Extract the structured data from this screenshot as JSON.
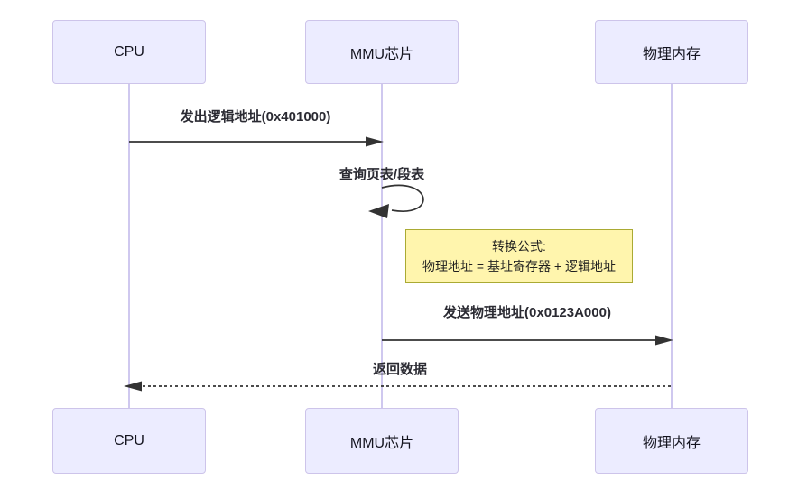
{
  "diagram": {
    "type": "sequence",
    "actors": [
      {
        "id": "cpu",
        "label": "CPU"
      },
      {
        "id": "mmu",
        "label": "MMU芯片"
      },
      {
        "id": "memory",
        "label": "物理内存"
      }
    ],
    "messages": [
      {
        "from": "cpu",
        "to": "mmu",
        "line": "solid",
        "label": "发出逻辑地址(0x401000)"
      },
      {
        "from": "mmu",
        "to": "mmu",
        "line": "self-loop",
        "label": "查询页表/段表"
      },
      {
        "from": "mmu",
        "to": "memory",
        "line": "solid",
        "label": "发送物理地址(0x0123A000)"
      },
      {
        "from": "memory",
        "to": "cpu",
        "line": "dashed",
        "label": "返回数据"
      }
    ],
    "note": {
      "attached_to": "mmu",
      "lines": [
        "转换公式:",
        "物理地址 = 基址寄存器 + 逻辑地址"
      ]
    },
    "colors": {
      "background": "#ffffff",
      "actor_fill": "#ECECFF",
      "actor_border": "#cdc4ea",
      "lifeline": "#cfc8ef",
      "message_line": "#333333",
      "message_text": "#2b2b33",
      "note_fill": "#fff5ad",
      "note_border": "#aaaa33"
    }
  }
}
